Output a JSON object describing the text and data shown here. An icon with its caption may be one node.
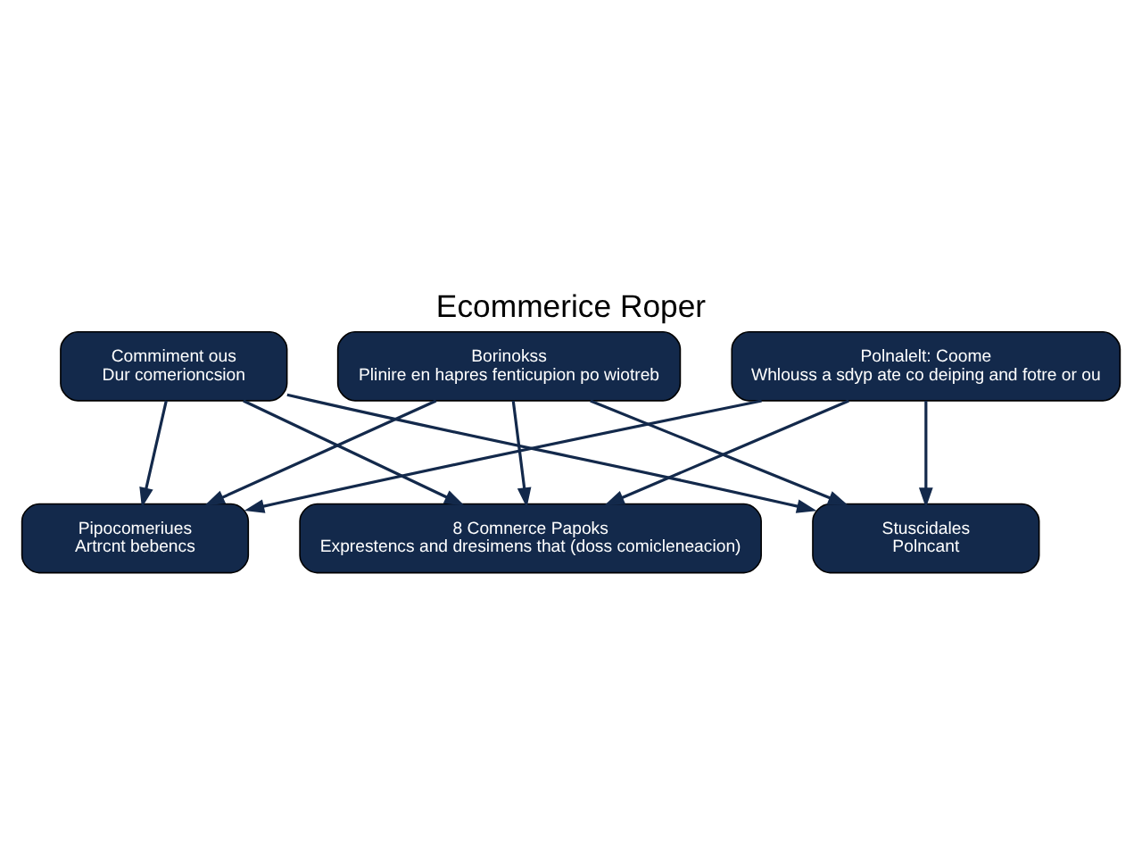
{
  "diagram": {
    "title": "Ecommerice Roper",
    "nodes": [
      {
        "text": [
          "Commiment ous",
          "Dur comerioncsion"
        ]
      },
      {
        "text": [
          "Borinokss",
          "Plinire en hapres fenticupion po wiotreb"
        ]
      },
      {
        "text": [
          "Polnalelt: Coome",
          "Whlouss a sdyp ate co deiping and fotre or ou"
        ]
      },
      {
        "text": [
          "Pipocomeriues",
          "Artrcnt bebencs"
        ]
      },
      {
        "text": [
          "8 Comnerce Papoks",
          "Exprestencs and dresimens that (doss comicleneacion)"
        ]
      },
      {
        "text": [
          "Stuscidales",
          "Polncant"
        ]
      }
    ],
    "edges": [
      {
        "from": 0,
        "to": 3,
        "arrow": "to"
      },
      {
        "from": 0,
        "to": 4,
        "arrow": "to"
      },
      {
        "from": 0,
        "to": 5,
        "arrow": "to"
      },
      {
        "from": 1,
        "to": 3,
        "arrow": "to"
      },
      {
        "from": 1,
        "to": 4,
        "arrow": "to"
      },
      {
        "from": 1,
        "to": 5,
        "arrow": "to"
      },
      {
        "from": 2,
        "to": 3,
        "arrow": "to"
      },
      {
        "from": 2,
        "to": 4,
        "arrow": "to"
      },
      {
        "from": 2,
        "to": 5,
        "arrow": "to"
      }
    ]
  }
}
